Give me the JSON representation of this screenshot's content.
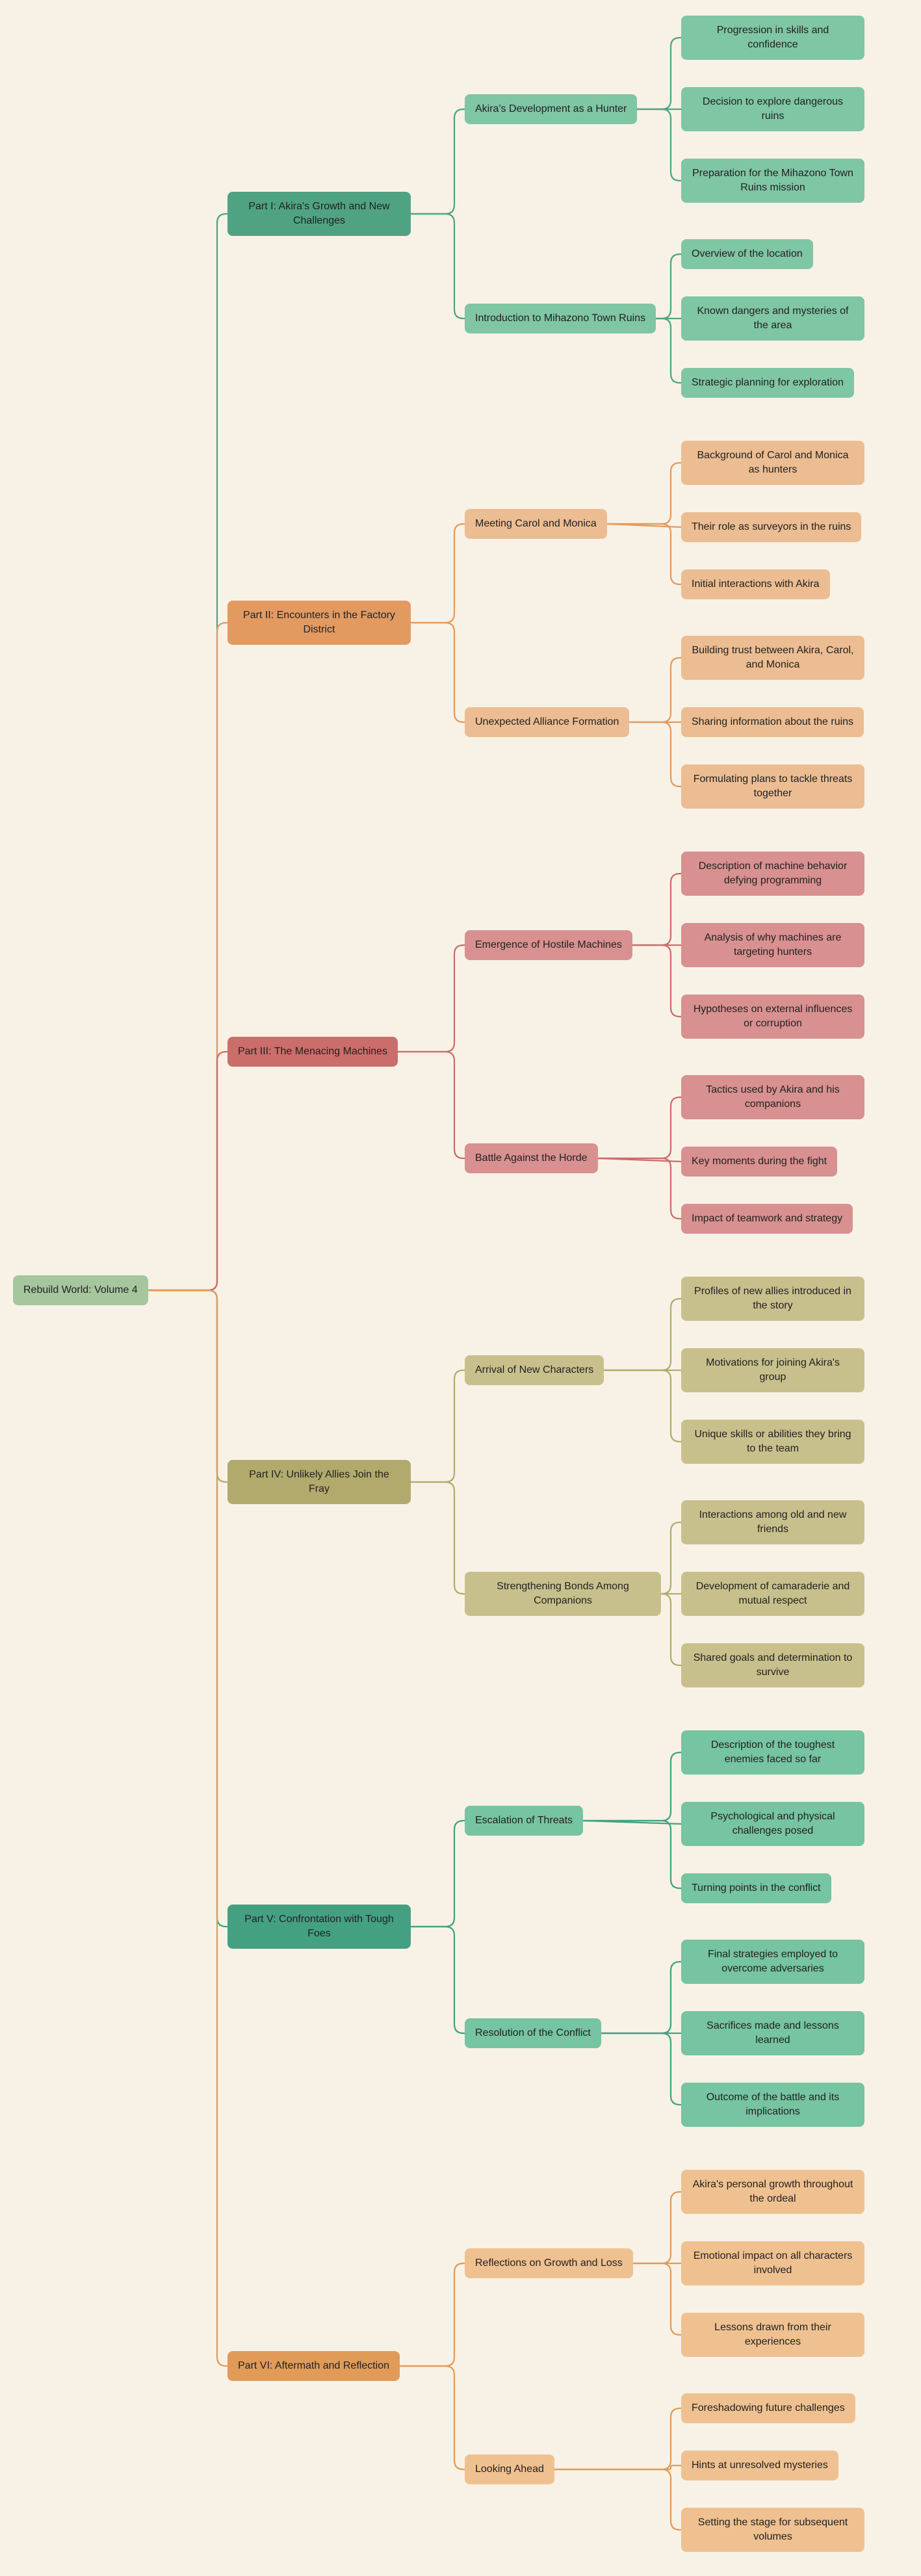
{
  "page": {
    "background": "#f8f2e6",
    "text_color": "#212121"
  },
  "root": {
    "label": "Rebuild World: Volume 4",
    "color": "#a6c69e"
  },
  "parts": [
    {
      "label": "Part I: Akira's Growth and New Challenges",
      "color": "#4fa383",
      "child_color": "#7fc6a4",
      "branches": [
        {
          "label": "Akira's Development as a Hunter",
          "leaves": [
            "Progression in skills and confidence",
            "Decision to explore dangerous ruins",
            "Preparation for the Mihazono Town Ruins mission"
          ]
        },
        {
          "label": "Introduction to Mihazono Town Ruins",
          "leaves": [
            "Overview of the location",
            "Known dangers and mysteries of the area",
            "Strategic planning for exploration"
          ]
        }
      ]
    },
    {
      "label": "Part II: Encounters in the Factory District",
      "color": "#e29a61",
      "child_color": "#ecbd92",
      "branches": [
        {
          "label": "Meeting Carol and Monica",
          "leaves": [
            "Background of Carol and Monica as hunters",
            "Their role as surveyors in the ruins",
            "Initial interactions with Akira"
          ]
        },
        {
          "label": "Unexpected Alliance Formation",
          "leaves": [
            "Building trust between Akira, Carol, and Monica",
            "Sharing information about the ruins",
            "Formulating plans to tackle threats together"
          ]
        }
      ]
    },
    {
      "label": "Part III: The Menacing Machines",
      "color": "#cb6d6a",
      "child_color": "#d89190",
      "branches": [
        {
          "label": "Emergence of Hostile Machines",
          "leaves": [
            "Description of machine behavior defying programming",
            "Analysis of why machines are targeting hunters",
            "Hypotheses on external influences or corruption"
          ]
        },
        {
          "label": "Battle Against the Horde",
          "leaves": [
            "Tactics used by Akira and his companions",
            "Key moments during the fight",
            "Impact of teamwork and strategy"
          ]
        }
      ]
    },
    {
      "label": "Part IV: Unlikely Allies Join the Fray",
      "color": "#b2aa6d",
      "child_color": "#c8c08c",
      "branches": [
        {
          "label": "Arrival of New Characters",
          "leaves": [
            "Profiles of new allies introduced in the story",
            "Motivations for joining Akira's group",
            "Unique skills or abilities they bring to the team"
          ]
        },
        {
          "label": "Strengthening Bonds Among Companions",
          "leaves": [
            "Interactions among old and new friends",
            "Development of camaraderie and mutual respect",
            "Shared goals and determination to survive"
          ]
        }
      ]
    },
    {
      "label": "Part V: Confrontation with Tough Foes",
      "color": "#43a181",
      "child_color": "#76c4a1",
      "branches": [
        {
          "label": "Escalation of Threats",
          "leaves": [
            "Description of the toughest enemies faced so far",
            "Psychological and physical challenges posed",
            "Turning points in the conflict"
          ]
        },
        {
          "label": "Resolution of the Conflict",
          "leaves": [
            "Final strategies employed to overcome adversaries",
            "Sacrifices made and lessons learned",
            "Outcome of the battle and its implications"
          ]
        }
      ]
    },
    {
      "label": "Part VI: Aftermath and Reflection",
      "color": "#e09b59",
      "child_color": "#efc190",
      "branches": [
        {
          "label": "Reflections on Growth and Loss",
          "leaves": [
            "Akira's personal growth throughout the ordeal",
            "Emotional impact on all characters involved",
            "Lessons drawn from their experiences"
          ]
        },
        {
          "label": "Looking Ahead",
          "leaves": [
            "Foreshadowing future challenges",
            "Hints at unresolved mysteries",
            "Setting the stage for subsequent volumes"
          ]
        }
      ]
    }
  ]
}
